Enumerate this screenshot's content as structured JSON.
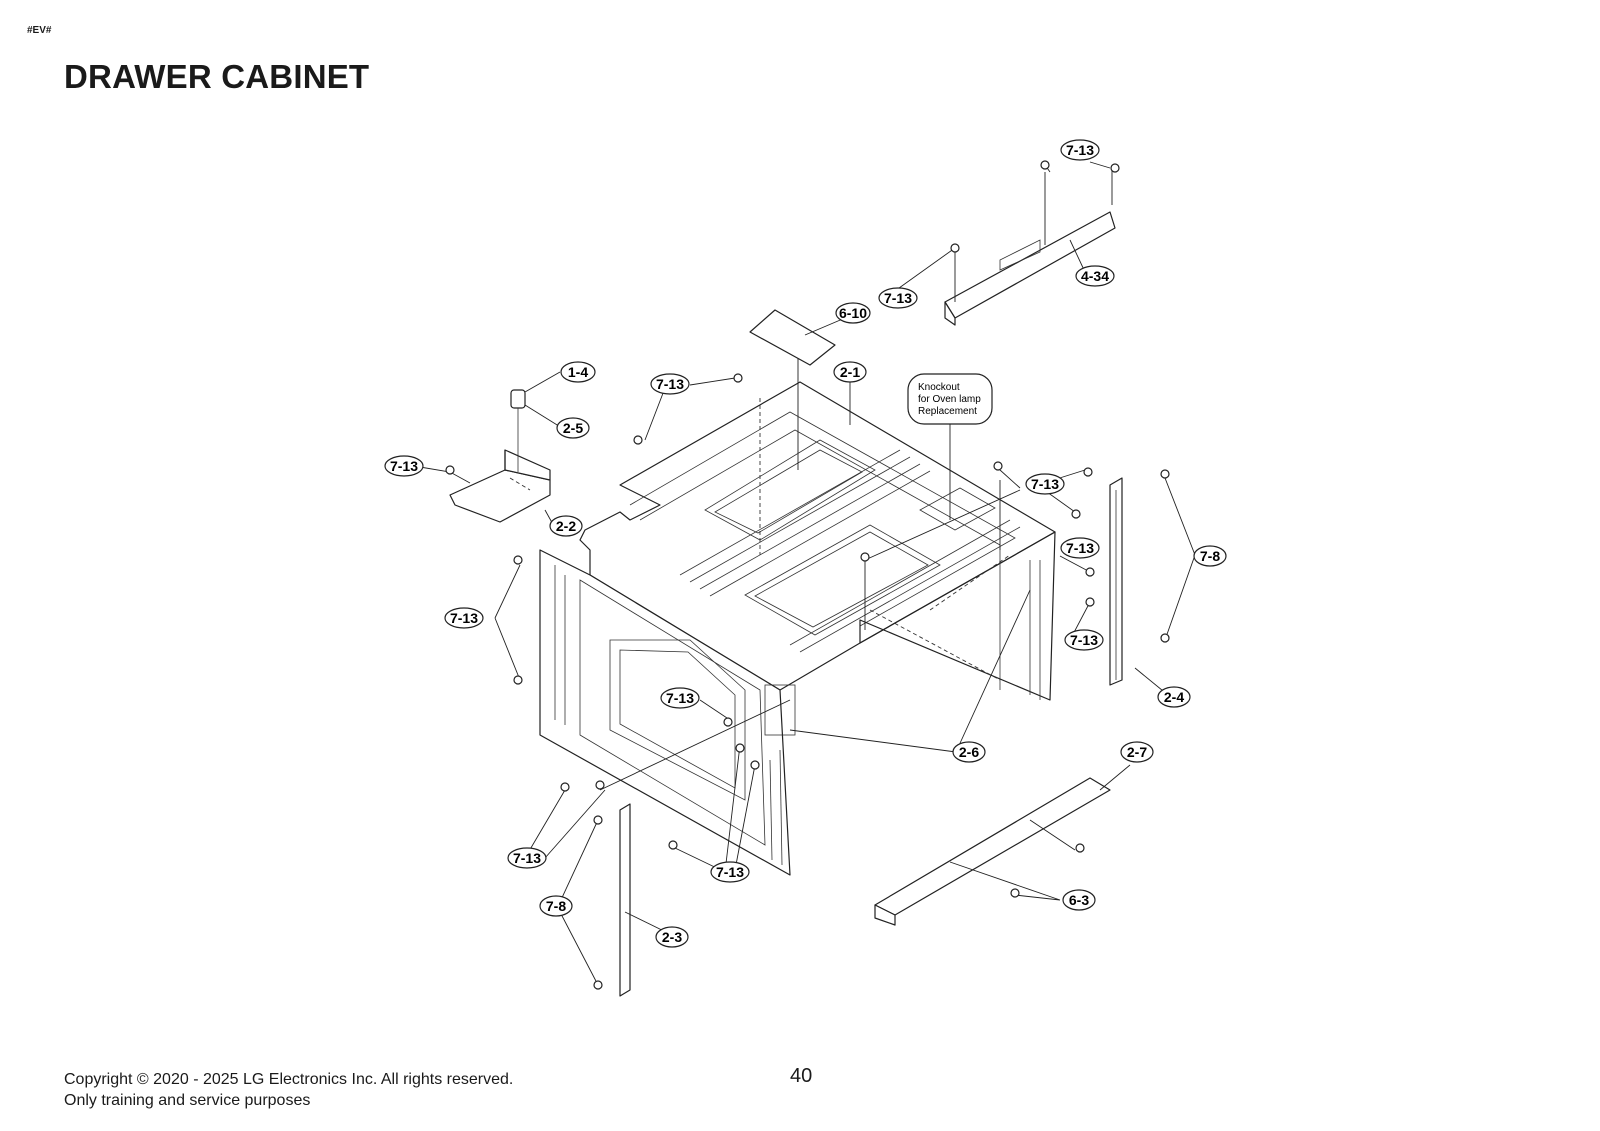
{
  "header": {
    "tag": "#EV#",
    "title": "DRAWER CABINET"
  },
  "callouts": {
    "c_7_13_top": "7-13",
    "c_4_34": "4-34",
    "c_7_13_b": "7-13",
    "c_6_10": "6-10",
    "c_2_1": "2-1",
    "c_1_4": "1-4",
    "c_2_5": "2-5",
    "c_7_13_c": "7-13",
    "c_7_13_d": "7-13",
    "c_2_2": "2-2",
    "c_7_13_e": "7-13",
    "c_7_8_right": "7-8",
    "c_7_13_f": "7-13",
    "c_7_13_g": "7-13",
    "c_7_13_left": "7-13",
    "c_2_4": "2-4",
    "c_7_13_h": "7-13",
    "c_2_6": "2-6",
    "c_2_7": "2-7",
    "c_7_13_i": "7-13",
    "c_7_13_j": "7-13",
    "c_7_8_left": "7-8",
    "c_6_3": "6-3",
    "c_2_3": "2-3"
  },
  "note": {
    "line1": "Knockout",
    "line2": "for Oven lamp",
    "line3": "Replacement"
  },
  "footer": {
    "copyright": "Copyright © 2020 - 2025 LG Electronics Inc. All rights reserved.",
    "purpose": "Only training and service purposes",
    "page_number": "40"
  }
}
